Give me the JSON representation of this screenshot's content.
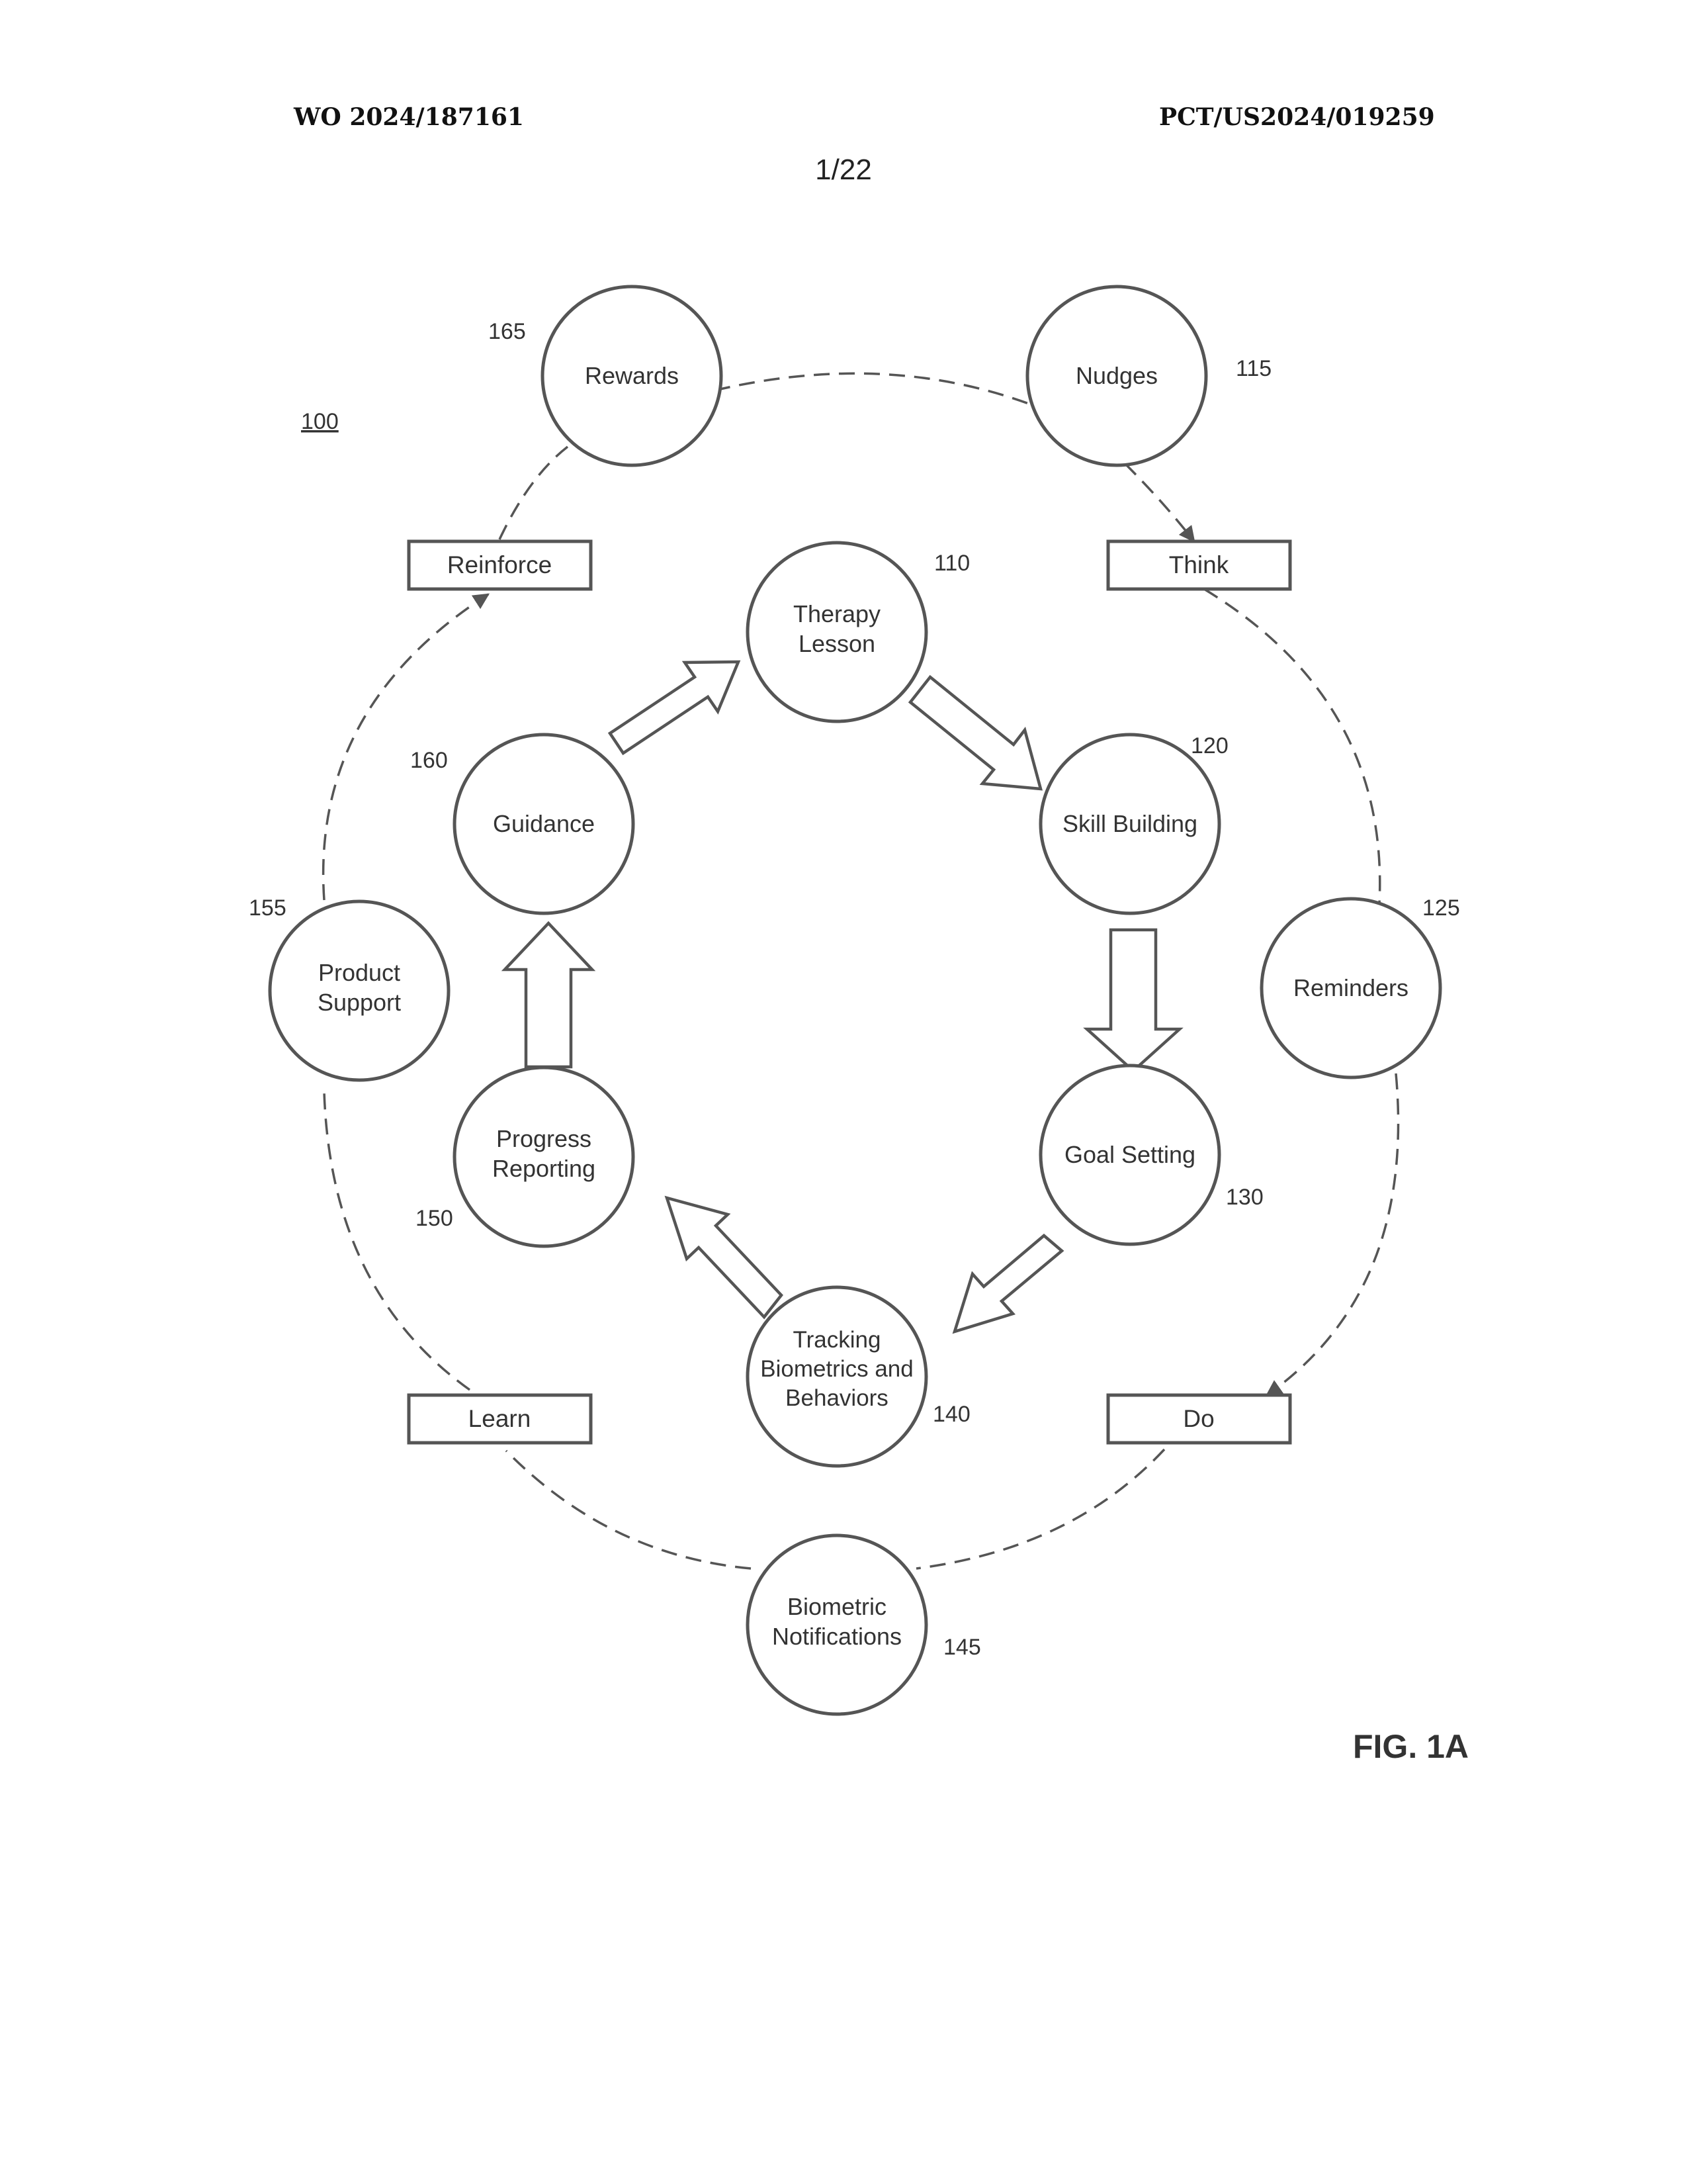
{
  "header": {
    "publication_number": "WO 2024/187161",
    "application_number": "PCT/US2024/019259",
    "sheet": "1/22"
  },
  "diagram": {
    "reference": "100",
    "figure_label": "FIG. 1A",
    "inner_cycle": [
      {
        "id": "therapy",
        "lines": [
          "Therapy",
          "Lesson"
        ],
        "ref": "110"
      },
      {
        "id": "skill",
        "lines": [
          "Skill Building"
        ],
        "ref": "120"
      },
      {
        "id": "goal",
        "lines": [
          "Goal Setting"
        ],
        "ref": "130"
      },
      {
        "id": "tracking",
        "lines": [
          "Tracking",
          "Biometrics and",
          "Behaviors"
        ],
        "ref": "140"
      },
      {
        "id": "progress",
        "lines": [
          "Progress",
          "Reporting"
        ],
        "ref": "150"
      },
      {
        "id": "guidance",
        "lines": [
          "Guidance"
        ],
        "ref": "160"
      }
    ],
    "outer_cycle": [
      {
        "id": "nudges",
        "lines": [
          "Nudges"
        ],
        "ref": "115"
      },
      {
        "id": "reminders",
        "lines": [
          "Reminders"
        ],
        "ref": "125"
      },
      {
        "id": "biometric-notifications",
        "lines": [
          "Biometric",
          "Notifications"
        ],
        "ref": "145"
      },
      {
        "id": "product-support",
        "lines": [
          "Product",
          "Support"
        ],
        "ref": "155"
      },
      {
        "id": "rewards",
        "lines": [
          "Rewards"
        ],
        "ref": "165"
      }
    ],
    "phases": [
      {
        "id": "think",
        "label": "Think"
      },
      {
        "id": "do",
        "label": "Do"
      },
      {
        "id": "learn",
        "label": "Learn"
      },
      {
        "id": "reinforce",
        "label": "Reinforce"
      }
    ]
  }
}
